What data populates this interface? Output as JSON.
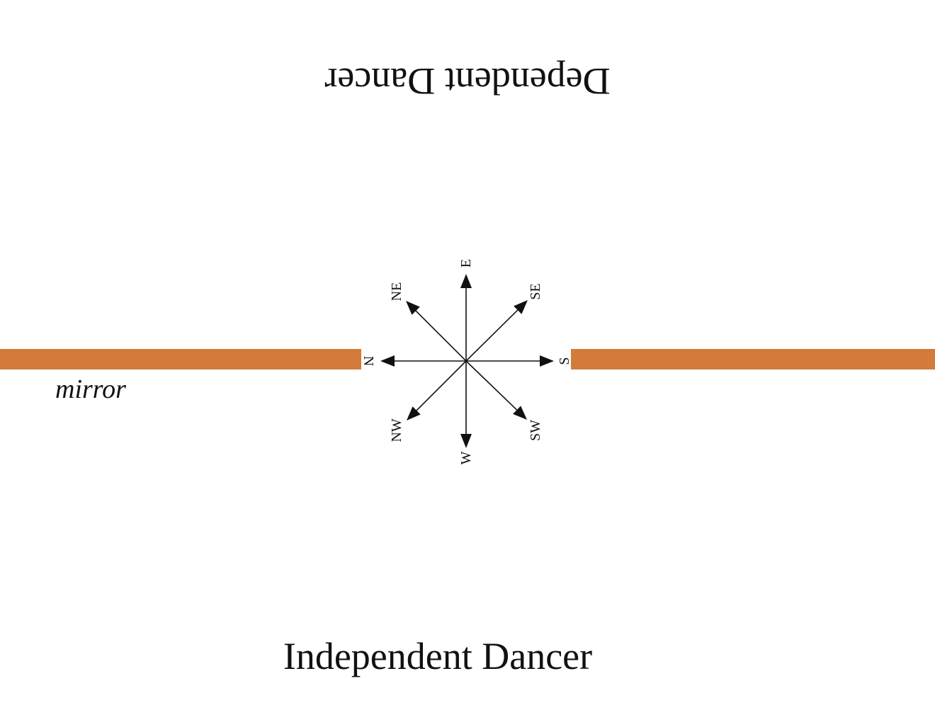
{
  "labels": {
    "dependent_dancer": "Dependent Dancer",
    "independent_dancer": "Independent Dancer",
    "mirror": "mirror"
  },
  "compass": {
    "directions": [
      "N",
      "NE",
      "E",
      "SE",
      "S",
      "SW",
      "W",
      "NW"
    ]
  },
  "colors": {
    "mirror": "#d27b3a",
    "ink": "#111111"
  }
}
